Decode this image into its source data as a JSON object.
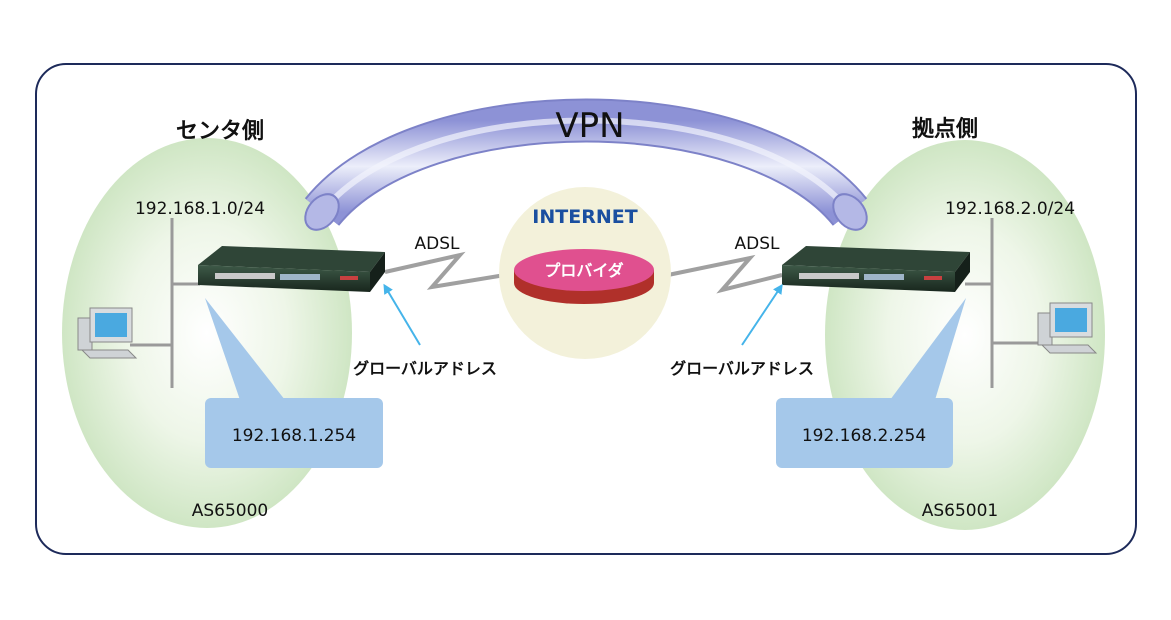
{
  "diagram": {
    "vpn_label": "VPN",
    "internet_label": "INTERNET",
    "provider_label": "プロバイダ",
    "colors": {
      "frame": "#1d2a5a",
      "site_area": "#d6ebcc",
      "internet_area": "#f3f1da",
      "provider_top": "#e0508f",
      "provider_side": "#b0302a",
      "vpn_tube": "#9ea4dc",
      "callout": "#a5c8ea",
      "arrow": "#45b4ea",
      "internet_text": "#1a4fa0"
    },
    "center_site": {
      "title": "センタ側",
      "lan": "192.168.1.0/24",
      "wan_link": "ADSL",
      "global_address_label": "グローバルアドレス",
      "router_address": "192.168.1.254",
      "as_number": "AS65000"
    },
    "branch_site": {
      "title": "拠点側",
      "lan": "192.168.2.0/24",
      "wan_link": "ADSL",
      "global_address_label": "グローバルアドレス",
      "router_address": "192.168.2.254",
      "as_number": "AS65001"
    }
  }
}
